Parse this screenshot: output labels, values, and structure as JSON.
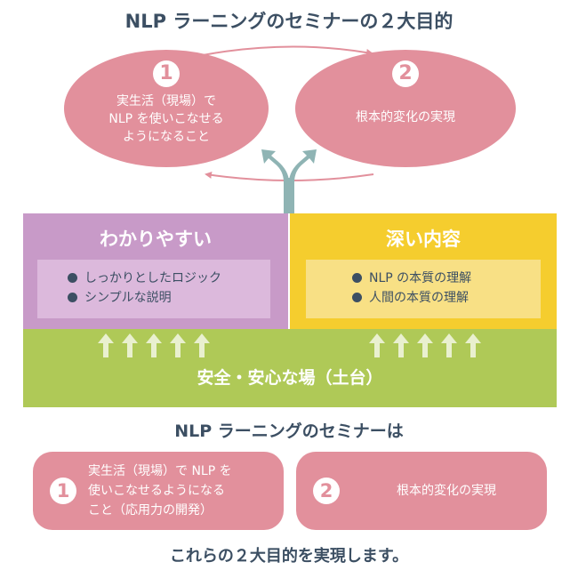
{
  "title": "NLP ラーニングのセミナーの２大目的",
  "goals": [
    {
      "number": "1",
      "lines": [
        "実生活（現場）で",
        "NLP を使いこなせる",
        "ようになること"
      ]
    },
    {
      "number": "2",
      "lines": [
        "根本的変化の実現"
      ]
    }
  ],
  "pillars": [
    {
      "heading": "わかりやすい",
      "bullets": [
        "しっかりとしたロジック",
        "シンプルな説明"
      ]
    },
    {
      "heading": "深い内容",
      "bullets": [
        "NLP の本質の理解",
        "人間の本質の理解"
      ]
    }
  ],
  "foundation": {
    "label": "安全・安心な場（土台）"
  },
  "summary": {
    "heading": "NLP ラーニングのセミナーは",
    "cards": [
      {
        "number": "1",
        "lines": [
          "実生活（現場）で NLP を",
          "使いこなせるようになる",
          "こと（応用力の開発）"
        ]
      },
      {
        "number": "2",
        "lines": [
          "根本的変化の実現"
        ]
      }
    ],
    "footer": "これらの２大目的を実現します。"
  },
  "colors": {
    "pink": "#e2909c",
    "purple": "#c89ac8",
    "yellow": "#f5cd2e",
    "green": "#afc957",
    "text": "#3c4f63",
    "arrow": "#8fb4b4"
  }
}
